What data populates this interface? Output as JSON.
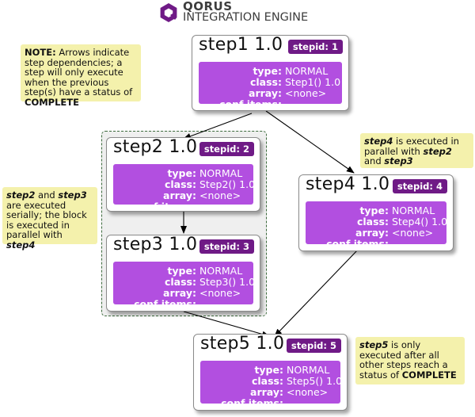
{
  "header": {
    "brand": "QORUS",
    "tagline": "INTEGRATION ENGINE",
    "logo_color": "#6f1a86"
  },
  "colors": {
    "badge": "#6f1a86",
    "props": "#b24fe0",
    "note": "#f4f1ac",
    "group_border": "#3c6a3c"
  },
  "steps": [
    {
      "title": "step1 1.0",
      "badge": "stepid: 1",
      "type": "NORMAL",
      "class": "Step1() 1.0",
      "array": "<none>",
      "conf": "..."
    },
    {
      "title": "step2 1.0",
      "badge": "stepid: 2",
      "type": "NORMAL",
      "class": "Step2() 1.0",
      "array": "<none>",
      "conf": "..."
    },
    {
      "title": "step3 1.0",
      "badge": "stepid: 3",
      "type": "NORMAL",
      "class": "Step3() 1.0",
      "array": "<none>",
      "conf": "..."
    },
    {
      "title": "step4 1.0",
      "badge": "stepid: 4",
      "type": "NORMAL",
      "class": "Step4() 1.0",
      "array": "<none>",
      "conf": "..."
    },
    {
      "title": "step5 1.0",
      "badge": "stepid: 5",
      "type": "NORMAL",
      "class": "Step5() 1.0",
      "array": "<none>",
      "conf": "..."
    }
  ],
  "labels": {
    "type": "type:",
    "class": "class:",
    "array": "array:",
    "conf": "conf items:"
  },
  "notes": {
    "note1": {
      "p1": "NOTE:",
      "p2": " Arrows indicate step dependencies; a step will only execute when the previous step(s) have a status of ",
      "p3": "COMPLETE"
    },
    "note2": {
      "p1": "step2",
      "p2": " and ",
      "p3": "step3",
      "p4": " are executed serially; the block is executed in parallel with ",
      "p5": "step4"
    },
    "note3": {
      "p1": "step4",
      "p2": " is executed in parallel with ",
      "p3": "step2",
      "p4": " and ",
      "p5": "step3"
    },
    "note4": {
      "p1": "step5",
      "p2": " is only executed after all other steps reach a status of ",
      "p3": "COMPLETE"
    }
  }
}
